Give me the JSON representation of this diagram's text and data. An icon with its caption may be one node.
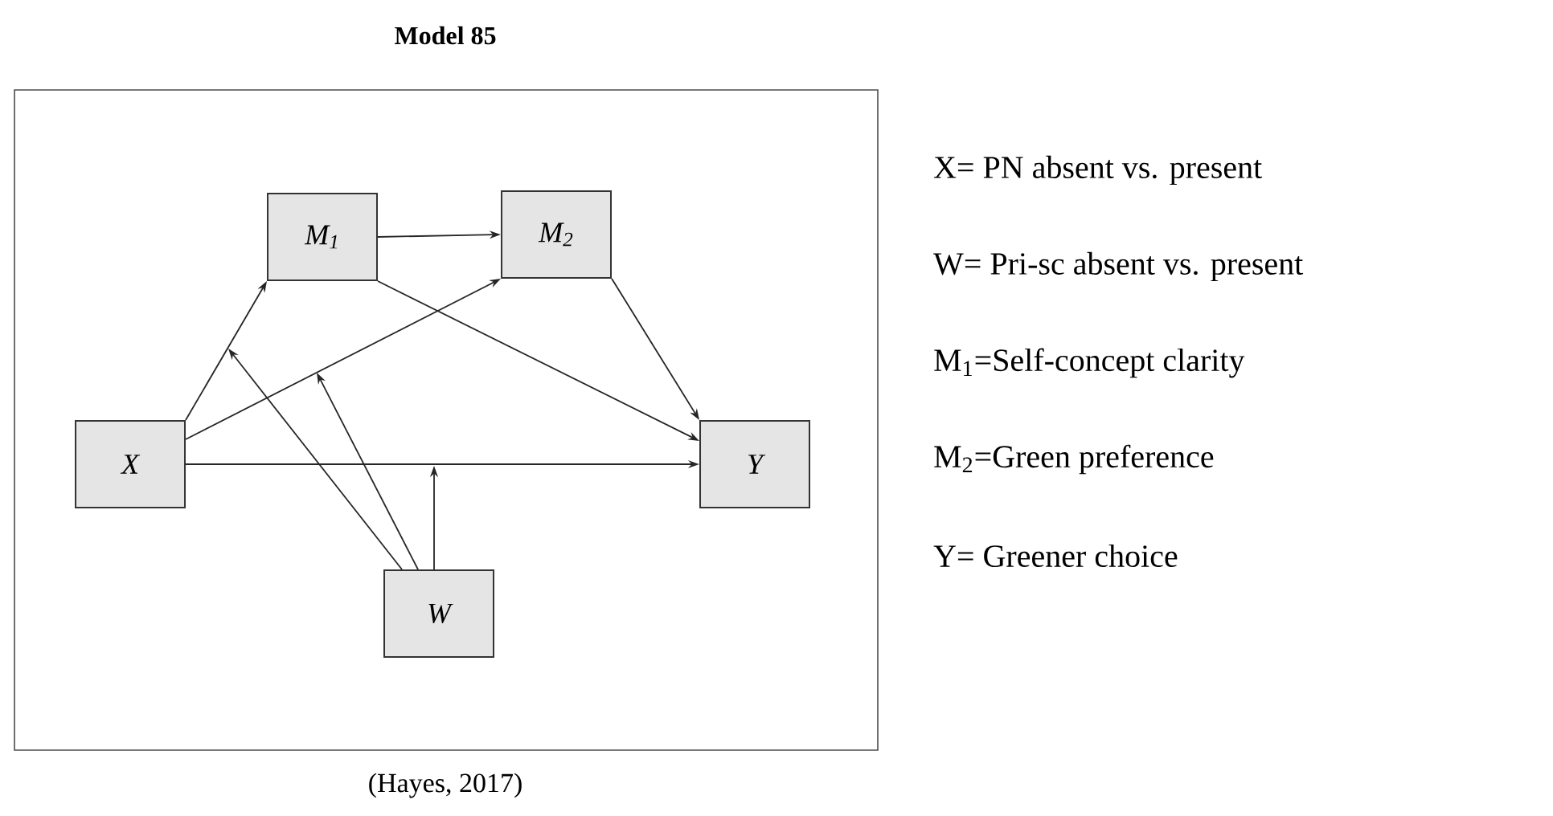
{
  "diagram": {
    "title": "Model 85",
    "caption": "(Hayes, 2017)",
    "nodes": [
      {
        "text": [
          "X"
        ]
      },
      {
        "text": [
          "M$_{1}$"
        ]
      },
      {
        "text": [
          "M$_{2}$"
        ]
      },
      {
        "text": [
          "Y"
        ]
      },
      {
        "text": [
          "W"
        ]
      }
    ],
    "edges": [
      {
        "from": 0,
        "to": 1,
        "arrow": "to"
      },
      {
        "from": 0,
        "to": 2,
        "arrow": "to"
      },
      {
        "from": 0,
        "to": 3,
        "arrow": "to"
      },
      {
        "from": 1,
        "to": 2,
        "arrow": "to"
      },
      {
        "from": 1,
        "to": 3,
        "arrow": "to"
      },
      {
        "from": 2,
        "to": 3,
        "arrow": "to"
      },
      {
        "from": 4,
        "to": null,
        "arrow": "to"
      },
      {
        "from": 4,
        "to": null,
        "arrow": "to"
      },
      {
        "from": 4,
        "to": null,
        "arrow": "to"
      }
    ],
    "labels": [
      "X= PN absent vs. present",
      "W= Pri-sc absent vs. present",
      "M$_{1}$=Self-concept clarity",
      "M$_{2}$=Green preference",
      "Y= Greener choice"
    ]
  }
}
